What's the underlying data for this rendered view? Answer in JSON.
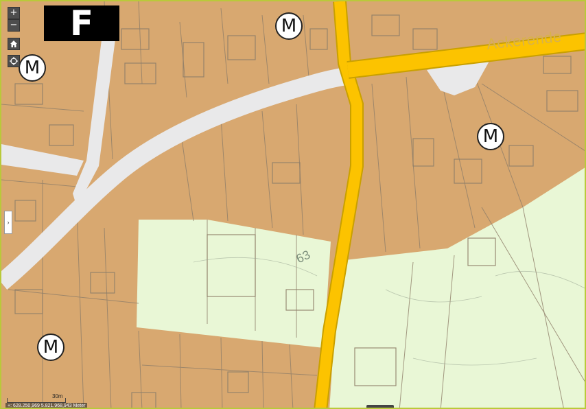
{
  "controls": {
    "zoom_in": "+",
    "zoom_out": "−",
    "home_icon": "home-icon",
    "locate_icon": "crosshair-icon"
  },
  "logo": {
    "letter": "F"
  },
  "zones": {
    "m1": "M",
    "m2": "M",
    "m3": "M",
    "m4": "M"
  },
  "street": "Ackerende",
  "parcel": "63",
  "scale": {
    "label": "30m"
  },
  "coords": "+: 628.250,969 5.821.968,943 Meter",
  "colors": {
    "residential": "#d8a870",
    "green": "#e9f7d6",
    "road_main": "#fcc300",
    "road_minor": "#e9e9ea",
    "parcel_line": "#8f7e69",
    "frame": "#b9c93a"
  }
}
